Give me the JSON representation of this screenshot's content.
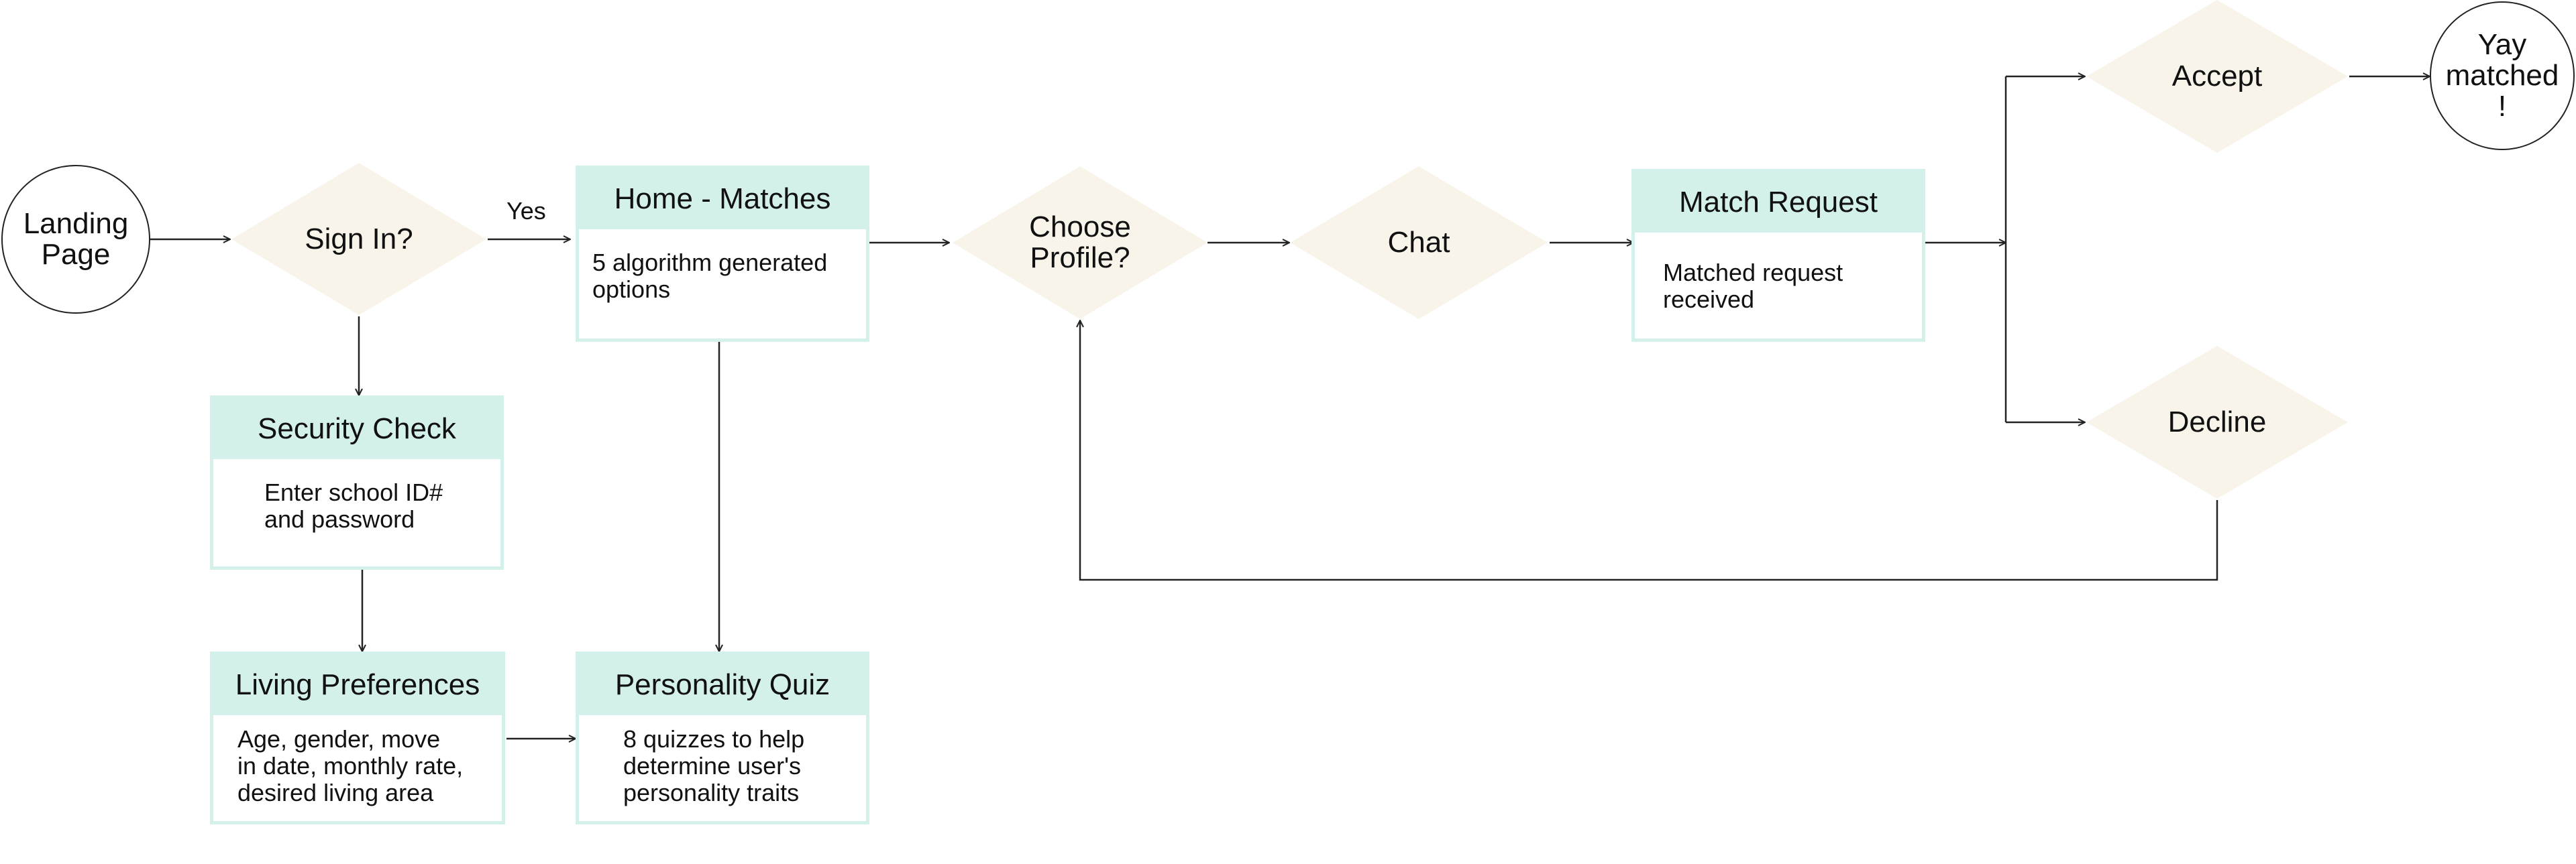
{
  "nodes": {
    "landing": "Landing\nPage",
    "sign_in": "Sign In?",
    "home": {
      "title": "Home - Matches",
      "body": "5 algorithm generated\noptions"
    },
    "security": {
      "title": "Security Check",
      "body": "Enter school ID#\nand password"
    },
    "living": {
      "title": "Living Preferences",
      "body": "Age, gender, move\nin date, monthly rate,\ndesired living area"
    },
    "quiz": {
      "title": "Personality Quiz",
      "body": "8 quizzes to help\ndetermine user's\npersonality traits"
    },
    "choose": "Choose\nProfile?",
    "chat": "Chat",
    "match_request": {
      "title": "Match Request",
      "body": "Matched request\nreceived"
    },
    "accept": "Accept",
    "decline": "Decline",
    "matched": "Yay\nmatched\n!"
  },
  "edges": {
    "yes_label": "Yes"
  },
  "colors": {
    "diamond_fill": "#f8f4ea",
    "card_header": "#d3f1ea",
    "line": "#222222"
  }
}
